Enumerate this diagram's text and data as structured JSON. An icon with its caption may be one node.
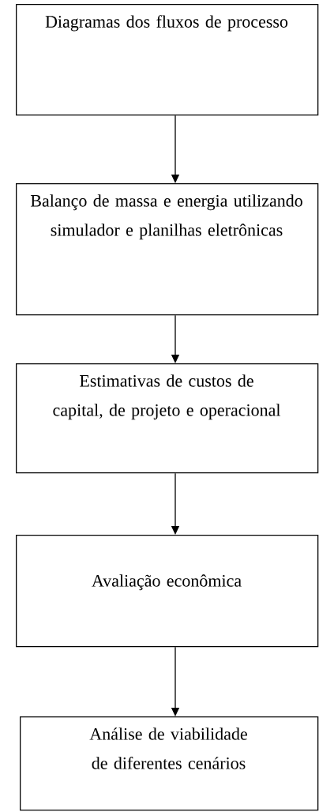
{
  "diagram": {
    "nodes": [
      {
        "text": [
          "Diagramas dos fluxos de processo"
        ]
      },
      {
        "text": [
          "Balanço de massa e energia utilizando simulador e planilhas eletrônicas"
        ]
      },
      {
        "text": [
          "Estimativas de custos de capital, de projeto e operacional"
        ]
      },
      {
        "text": [
          "Avaliação econômica"
        ]
      },
      {
        "text": [
          "Análise de viabilidade de diferentes cenários"
        ]
      }
    ],
    "edges": [
      {
        "from": 0,
        "to": 1,
        "arrow": "to"
      },
      {
        "from": 1,
        "to": 2,
        "arrow": "to"
      },
      {
        "from": 2,
        "to": 3,
        "arrow": "to"
      },
      {
        "from": 3,
        "to": 4,
        "arrow": "to"
      }
    ]
  }
}
